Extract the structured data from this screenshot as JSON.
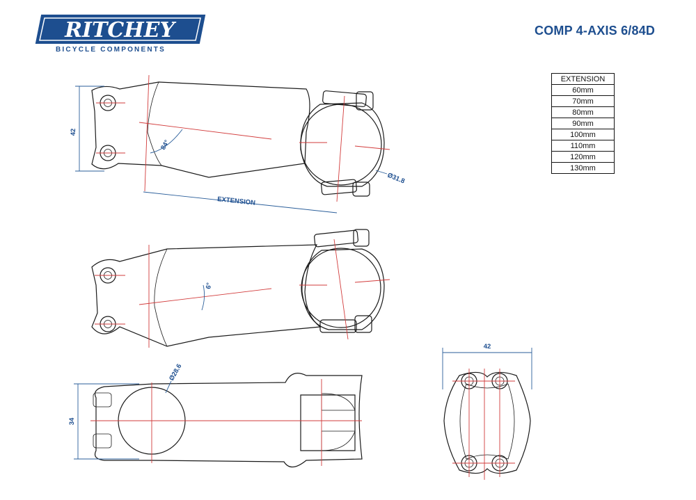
{
  "brand": {
    "logo_text": "RITCHEY",
    "subtitle": "BICYCLE COMPONENTS"
  },
  "model": "COMP 4-AXIS 6/84D",
  "extension_table": {
    "header": "EXTENSION",
    "rows": [
      "60mm",
      "70mm",
      "80mm",
      "90mm",
      "100mm",
      "110mm",
      "120mm",
      "130mm"
    ]
  },
  "dimensions": {
    "stack_height": "42",
    "angle": "84°",
    "handlebar_clamp": "Ø31.8",
    "extension_label": "EXTENSION",
    "rise_angle": "6°",
    "steerer_clamp": "Ø28.6",
    "body_width": "34",
    "faceplate_width": "42"
  },
  "colors": {
    "brand_blue": "#1d4e8f",
    "centerline_red": "#d23b3b",
    "dimension_blue": "#2a5e9a"
  }
}
